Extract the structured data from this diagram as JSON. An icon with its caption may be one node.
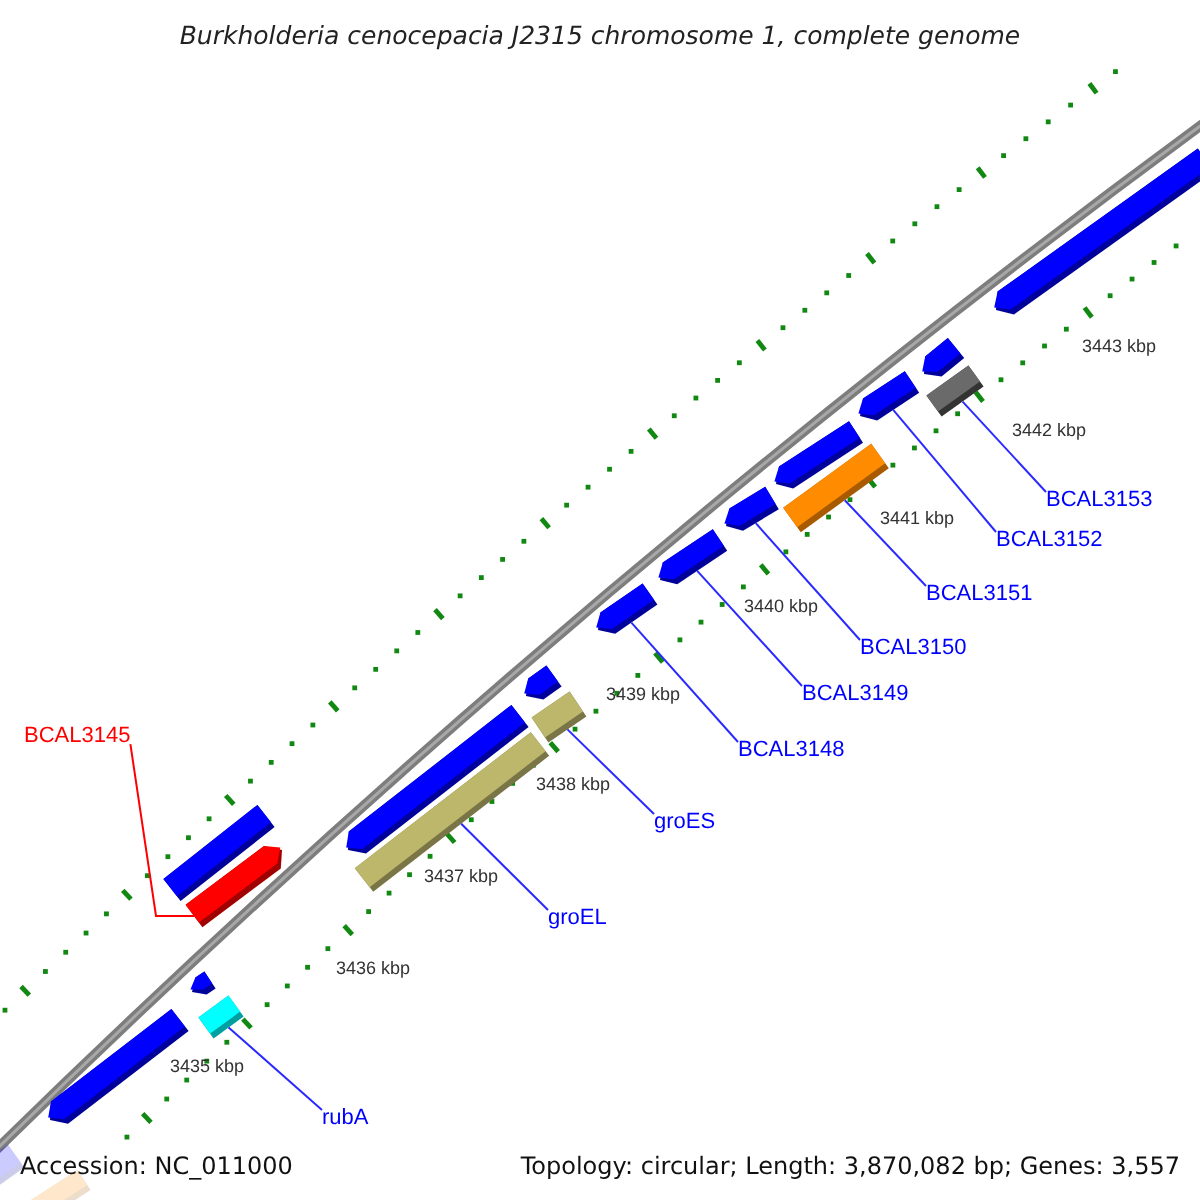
{
  "diagram": {
    "title": "Burkholderia cenocepacia J2315 chromosome 1, complete genome",
    "nodes": [
      {
        "text": [
          "BCAL3153"
        ]
      },
      {
        "text": [
          "BCAL3152"
        ]
      },
      {
        "text": [
          "BCAL3151"
        ]
      },
      {
        "text": [
          "BCAL3150"
        ]
      },
      {
        "text": [
          "BCAL3149"
        ]
      },
      {
        "text": [
          "BCAL3148"
        ]
      },
      {
        "text": [
          "BCAL3145"
        ]
      },
      {
        "text": [
          "groES"
        ]
      },
      {
        "text": [
          "groEL"
        ]
      },
      {
        "text": [
          "rubA"
        ]
      },
      {
        "text": [],
        "shape": "bar"
      },
      {
        "text": [],
        "shape": "bar"
      },
      {
        "text": [],
        "shape": "bar"
      },
      {
        "text": [],
        "shape": "bar"
      },
      {
        "text": [],
        "shape": "bar"
      },
      {
        "text": [],
        "shape": "bar"
      },
      {
        "text": [],
        "shape": "bar"
      },
      {
        "text": [],
        "shape": "bar"
      },
      {
        "text": [],
        "shape": "bar"
      },
      {
        "text": [],
        "shape": "bar"
      },
      {
        "text": [],
        "shape": "bar"
      },
      {
        "text": [],
        "shape": "bar"
      },
      {
        "text": [],
        "shape": "bar"
      },
      {
        "text": [],
        "shape": "bar"
      },
      {
        "text": [],
        "shape": "bar"
      },
      {
        "text": [],
        "shape": "bar"
      },
      {
        "text": [],
        "shape": "bar"
      },
      {
        "text": [],
        "shape": "bar"
      },
      {
        "text": [],
        "shape": "bar"
      },
      {
        "text": [],
        "shape": "bar"
      }
    ],
    "edges": [
      {
        "from": 0,
        "to": 28,
        "arrow": "none"
      },
      {
        "from": 1,
        "to": 26,
        "arrow": "none"
      },
      {
        "from": 2,
        "to": 25,
        "arrow": "none"
      },
      {
        "from": 3,
        "to": 23,
        "arrow": "none"
      },
      {
        "from": 4,
        "to": 22,
        "arrow": "none"
      },
      {
        "from": 5,
        "to": 21,
        "arrow": "none"
      },
      {
        "from": 6,
        "to": 15,
        "arrow": "none",
        "color": "#ff0000"
      },
      {
        "from": 7,
        "to": 20,
        "arrow": "none"
      },
      {
        "from": 8,
        "to": 18,
        "arrow": "none"
      },
      {
        "from": 9,
        "to": 16,
        "arrow": "none"
      }
    ],
    "labels": [
      "3443 kbp",
      "3442 kbp",
      "3441 kbp",
      "3440 kbp",
      "3439 kbp",
      "3438 kbp",
      "3437 kbp",
      "3436 kbp",
      "3435 kbp",
      "Accession: NC_011000",
      "Topology: circular; Length: 3,870,082 bp; Genes: 3,557"
    ]
  }
}
